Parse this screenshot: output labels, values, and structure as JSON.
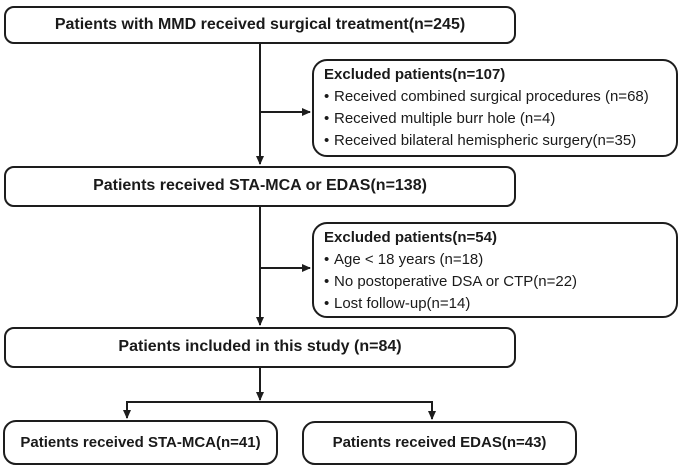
{
  "flowchart": {
    "bullet": "•",
    "box_surgical": "Patients with MMD received surgical treatment(n=245)",
    "excluded1": {
      "header": "Excluded patients(n=107)",
      "items": [
        "Received combined surgical procedures (n=68)",
        "Received multiple burr hole (n=4)",
        "Received bilateral hemispheric surgery(n=35)"
      ]
    },
    "box_bypass": "Patients received STA-MCA or EDAS(n=138)",
    "excluded2": {
      "header": "Excluded patients(n=54)",
      "items": [
        "Age < 18 years (n=18)",
        "No postoperative DSA or CTP(n=22)",
        "Lost follow-up(n=14)"
      ]
    },
    "box_included": "Patients included in this study (n=84)",
    "box_stamca": "Patients received STA-MCA(n=41)",
    "box_edas": "Patients received EDAS(n=43)",
    "colors": {
      "line": "#1d1d1d",
      "text": "#1a1a1a",
      "background": "#ffffff"
    }
  }
}
